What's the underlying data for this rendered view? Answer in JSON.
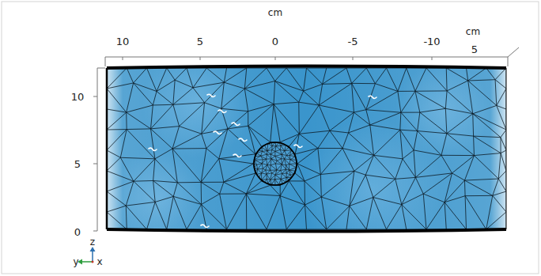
{
  "diagram": {
    "labels": [
      "cm",
      "10",
      "5",
      "0",
      "-5",
      "-10",
      "cm",
      "5",
      "10",
      "5",
      "0",
      "z",
      "y",
      "x"
    ]
  }
}
